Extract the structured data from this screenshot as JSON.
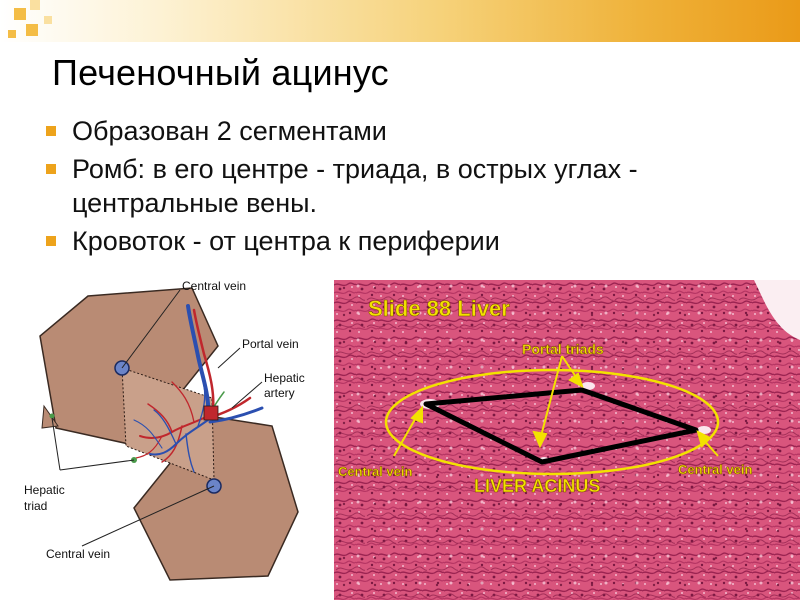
{
  "slide": {
    "title": "Печеночный ацинус",
    "bullets": [
      "Образован 2 сегментами",
      "Ромб: в его центре - триада, в острых углах - центральные вены.",
      "Кровоток - от центра к периферии"
    ]
  },
  "diagram": {
    "labels": {
      "central_vein_top": "Central vein",
      "portal_vein": "Portal vein",
      "hepatic_artery_line1": "Hepatic",
      "hepatic_artery_line2": "artery",
      "hepatic_triad_line1": "Hepatic",
      "hepatic_triad_line2": "triad",
      "central_vein_bottom": "Central vein"
    }
  },
  "micrograph": {
    "labels": {
      "slide_title": "Slide 88 Liver",
      "portal_triads": "Portal triads",
      "central_vein_left": "Central vein",
      "central_vein_right": "Central vein",
      "liver_acinus": "LIVER ACINUS"
    }
  },
  "colors": {
    "accent": "#eda31c",
    "lobule_fill": "#b98b74",
    "tissue_pink": "#d9557d",
    "label_yellow": "#f3e200"
  }
}
